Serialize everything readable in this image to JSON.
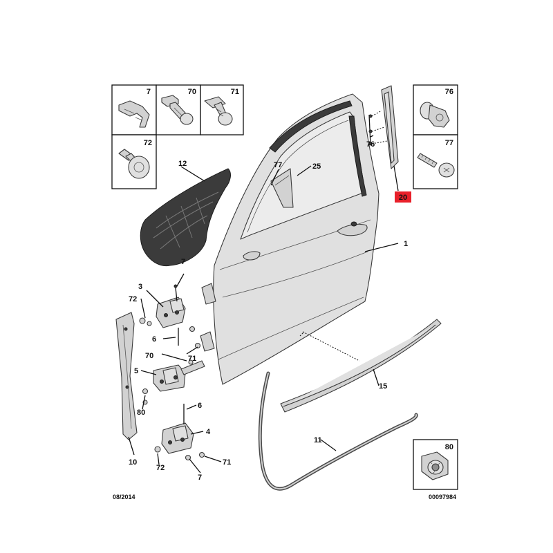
{
  "callouts": {
    "c1": "1",
    "c3": "3",
    "c4": "4",
    "c5": "5",
    "c6a": "6",
    "c6b": "6",
    "c7a": "7",
    "c7b": "7",
    "c10": "10",
    "c11": "11",
    "c12": "12",
    "c15": "15",
    "c20": "20",
    "c25": "25",
    "c70": "70",
    "c71a": "71",
    "c71b": "71",
    "c72a": "72",
    "c72b": "72",
    "c76": "76",
    "c77": "77",
    "c80": "80"
  },
  "part_boxes": {
    "b7": "7",
    "b70": "70",
    "b71": "71",
    "b72": "72",
    "b76": "76",
    "b77": "77",
    "b80": "80"
  },
  "highlight": {
    "label": "20",
    "color": "#e8202a"
  },
  "footer": {
    "date": "08/2014",
    "reference": "00097984"
  }
}
